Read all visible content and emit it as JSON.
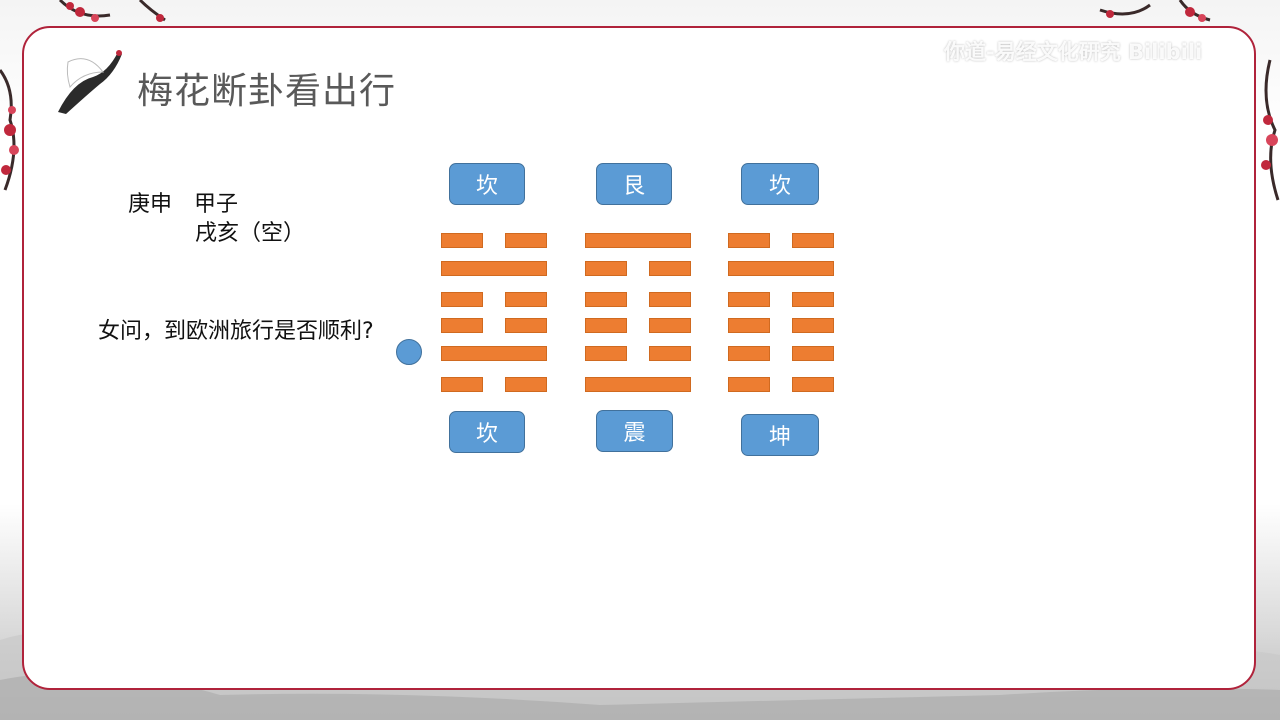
{
  "watermark": "你道-易经文化研究 Bilibili",
  "title": "梅花断卦看出行",
  "info": {
    "line1": "庚申　甲子",
    "line2": "戌亥（空）",
    "question": "女问，到欧洲旅行是否顺利?"
  },
  "trigram_labels": {
    "top": [
      "坎",
      "艮",
      "坎"
    ],
    "bottom": [
      "坎",
      "震",
      "坤"
    ]
  },
  "hexagrams": [
    {
      "lines_top_to_bottom": [
        "yin",
        "yang",
        "yin",
        "yin",
        "yang",
        "yin"
      ]
    },
    {
      "lines_top_to_bottom": [
        "yang",
        "yin",
        "yin",
        "yin",
        "yin",
        "yang"
      ]
    },
    {
      "lines_top_to_bottom": [
        "yin",
        "yang",
        "yin",
        "yin",
        "yin",
        "yin"
      ]
    }
  ],
  "colors": {
    "frame": "#b0233b",
    "label_fill": "#5b9bd5",
    "line_fill": "#ed7d31"
  }
}
